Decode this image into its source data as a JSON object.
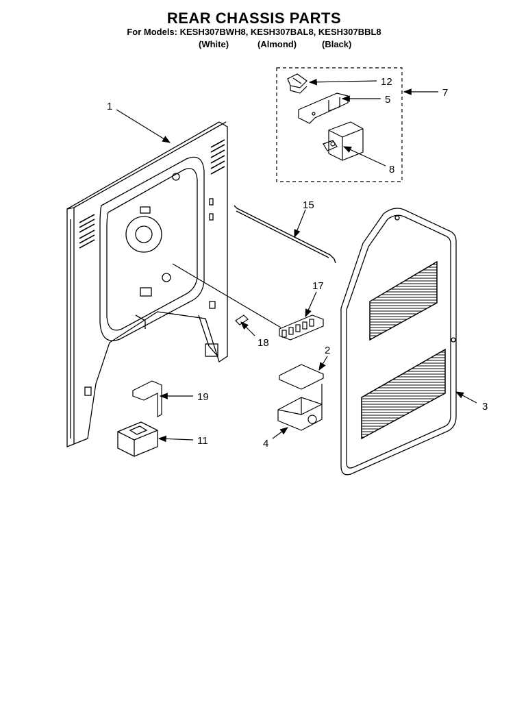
{
  "header": {
    "title": "REAR CHASSIS PARTS",
    "models_line": "For Models: KESH307BWH8, KESH307BAL8, KESH307BBL8",
    "colors": [
      "(White)",
      "(Almond)",
      "(Black)"
    ]
  },
  "callouts": [
    "1",
    "12",
    "5",
    "7",
    "8",
    "15",
    "17",
    "18",
    "2",
    "3",
    "19",
    "11",
    "4"
  ],
  "style": {
    "line_color": "#000000",
    "background": "#ffffff"
  }
}
